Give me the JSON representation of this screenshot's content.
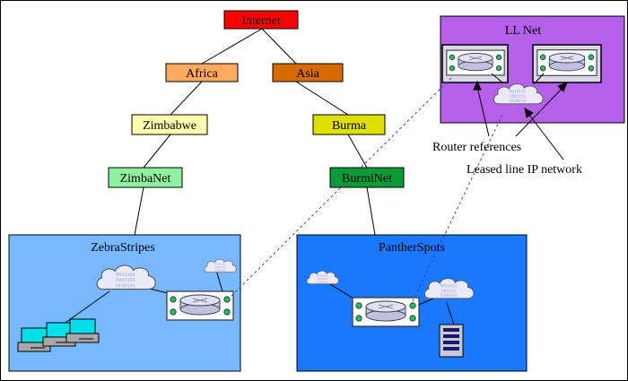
{
  "diagram": {
    "nodes": {
      "internet": {
        "label": "Internet",
        "color": "#ff0000"
      },
      "africa": {
        "label": "Africa",
        "color": "#ffa860"
      },
      "asia": {
        "label": "Asia",
        "color": "#d66a00"
      },
      "zimbabwe": {
        "label": "Zimbabwe",
        "color": "#ffffb0"
      },
      "burma": {
        "label": "Burma",
        "color": "#e0e000"
      },
      "zimbanet": {
        "label": "ZimbaNet",
        "color": "#90f0a0"
      },
      "burminet": {
        "label": "BurmiNet",
        "color": "#0a9a3a"
      }
    },
    "panels": {
      "llnet": {
        "label": "LL Net",
        "color": "#b460e8"
      },
      "zebrastripes": {
        "label": "ZebraStripes",
        "color": "#78b8ff"
      },
      "pantherspots": {
        "label": "PantherSpots",
        "color": "#1a78ff"
      }
    },
    "annotations": {
      "router_references": "Router references",
      "leased_line": "Leased line IP network"
    },
    "cloud_text": [
      "0010101",
      "1001101",
      "0100101"
    ],
    "colors": {
      "accent_link": "#3333cc",
      "router_body": "#c8c8e8",
      "port": "#20c060",
      "monitor": "#00e0e8"
    }
  }
}
